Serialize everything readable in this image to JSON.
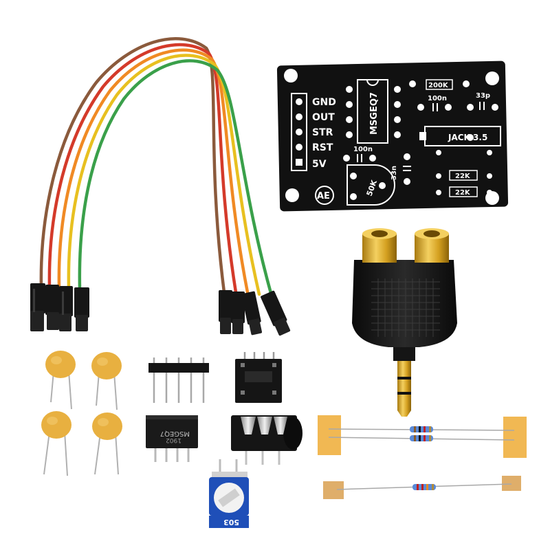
{
  "pcb": {
    "pin_labels": [
      "GND",
      "OUT",
      "STR",
      "RST",
      "5V"
    ],
    "chip_label": "MSGEQ7",
    "cap_100n_a": "100n",
    "cap_100n_b": "100n",
    "cap_33p": "33p",
    "cap_33n": "33n",
    "res_200k": "200K",
    "res_22k_a": "22K",
    "res_22k_b": "22K",
    "jack_label": "JACK 3.5",
    "pot_label": "50K",
    "logo": "AE"
  },
  "ic_chip": {
    "marking_line1": "MSGEQ7",
    "marking_line2": "1902"
  },
  "potentiometer": {
    "marking": "503"
  },
  "colors": {
    "pcb": "#111111",
    "silkscreen": "#ffffff",
    "wire_brown": "#8b5a3c",
    "wire_red": "#d43a2a",
    "wire_orange": "#f08a24",
    "wire_yellow": "#e8c020",
    "wire_green": "#3aa04a",
    "capacitor": "#e8b040",
    "gold": "#d4a020",
    "pot_blue": "#1f4fb8",
    "tape": "#f0b040"
  },
  "icons": [
    "jumper-wire-ribbon",
    "msgeq7-breakout-pcb",
    "rca-splitter-adapter",
    "ceramic-capacitor",
    "pin-header",
    "dip8-socket",
    "ic-chip",
    "audio-jack",
    "resistor",
    "trimmer-potentiometer"
  ]
}
